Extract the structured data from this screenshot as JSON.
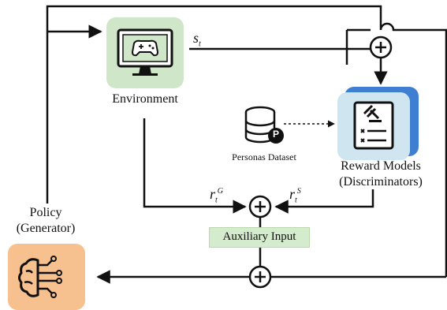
{
  "nodes": {
    "environment": {
      "label": "Environment",
      "icon": "game-monitor-icon",
      "color": "#cfe6c8"
    },
    "reward_models": {
      "label_line1": "Reward Models",
      "label_line2": "(Discriminators)",
      "icon": "checklist-gavel-icon",
      "color": "#cfe6f1",
      "shadow_color": "#3f7fd1"
    },
    "policy": {
      "label_line1": "Policy",
      "label_line2": "(Generator)",
      "icon": "brain-circuit-icon",
      "color": "#f7c08f"
    },
    "personas_dataset": {
      "label": "Personas Dataset",
      "icon": "database-icon",
      "badge": "P"
    },
    "auxiliary_input": {
      "label": "Auxiliary Input",
      "color": "#d5ebcd"
    }
  },
  "signals": {
    "state": {
      "base": "s",
      "sub": "t"
    },
    "reward_generator": {
      "base": "r",
      "sub": "t",
      "sup": "G"
    },
    "reward_simulator": {
      "base": "r",
      "sub": "t",
      "sup": "S"
    }
  },
  "operators": {
    "sum": "+"
  }
}
